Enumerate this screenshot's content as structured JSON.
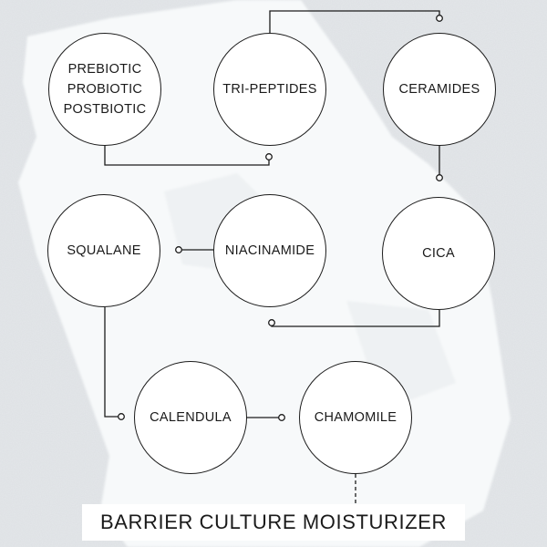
{
  "title": "BARRIER CULTURE MOISTURIZER",
  "nodes": [
    {
      "id": "prebiotic",
      "label": "PREBIOTIC\nPROBIOTIC\nPOSTBIOTIC"
    },
    {
      "id": "tri-peptides",
      "label": "TRI-PEPTIDES"
    },
    {
      "id": "ceramides",
      "label": "CERAMIDES"
    },
    {
      "id": "squalane",
      "label": "SQUALANE"
    },
    {
      "id": "niacinamide",
      "label": "NIACINAMIDE"
    },
    {
      "id": "cica",
      "label": "CICA"
    },
    {
      "id": "calendula",
      "label": "CALENDULA"
    },
    {
      "id": "chamomile",
      "label": "CHAMOMILE"
    }
  ],
  "colors": {
    "stroke": "#1c1c1c",
    "circle_fill": "#ffffff",
    "background": "#e6e9eb"
  }
}
